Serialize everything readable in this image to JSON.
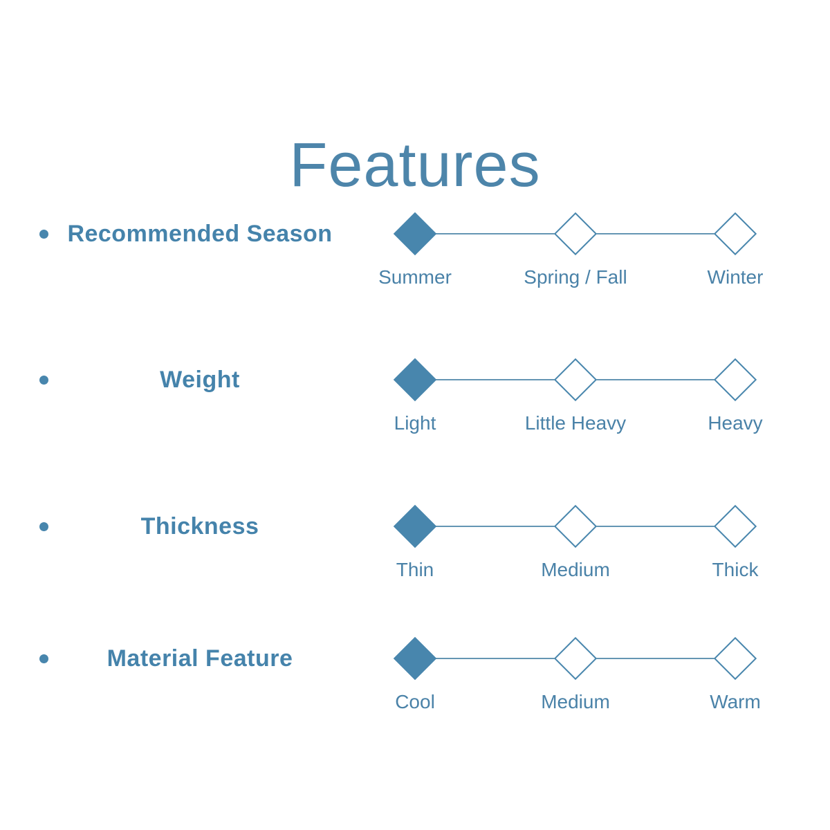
{
  "title": "Features",
  "colors": {
    "accent": "#4886AD",
    "title_text": "#4D85AA",
    "feature_label": "#4583AB",
    "option_label": "#4A82A8",
    "connector_line": "#6495B3",
    "background": "#FFFFFF"
  },
  "features": [
    {
      "name": "Recommended Season",
      "options": [
        "Summer",
        "Spring / Fall",
        "Winter"
      ],
      "selected": "Summer",
      "selected_index": 0
    },
    {
      "name": "Weight",
      "options": [
        "Light",
        "Little Heavy",
        "Heavy"
      ],
      "selected": "Light",
      "selected_index": 0
    },
    {
      "name": "Thickness",
      "options": [
        "Thin",
        "Medium",
        "Thick"
      ],
      "selected": "Thin",
      "selected_index": 0
    },
    {
      "name": "Material Feature",
      "options": [
        "Cool",
        "Medium",
        "Warm"
      ],
      "selected": "Cool",
      "selected_index": 0
    }
  ]
}
